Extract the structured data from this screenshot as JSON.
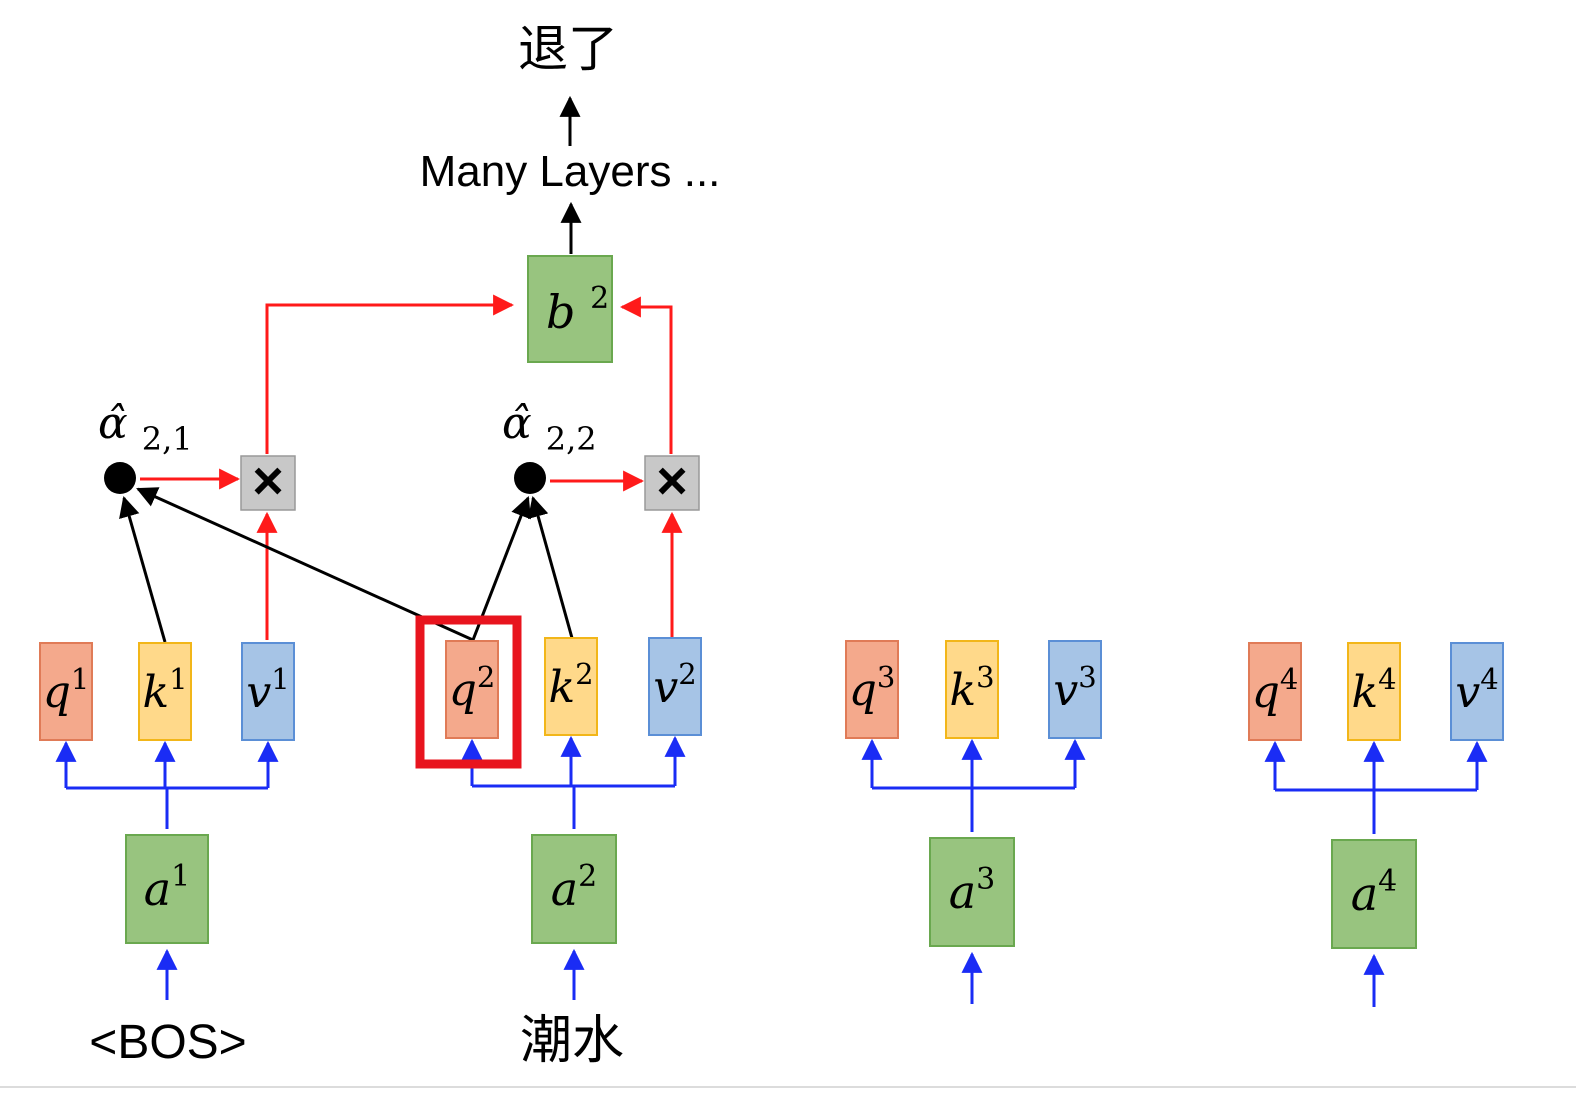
{
  "colors": {
    "query": "#f4a98c",
    "key": "#ffd98a",
    "value": "#a6c4e6",
    "input": "#98c47f",
    "output": "#98c47f",
    "multiply_box": "#c8c8c8",
    "red_arrow": "#ff1a1a",
    "blue_arrow": "#1a2cf5",
    "black_arrow": "#000000",
    "highlight": "#e8141e"
  },
  "output_token": "退了",
  "layers_label": "Many Layers ...",
  "output_vector": {
    "base": "b",
    "sup": "2"
  },
  "attention_weights": [
    {
      "base": "α̂",
      "sub": "2,1"
    },
    {
      "base": "α̂",
      "sub": "2,2"
    }
  ],
  "multiply_symbol": "×",
  "positions": [
    {
      "token": "<BOS>",
      "input": {
        "base": "a",
        "sup": "1"
      },
      "q": {
        "base": "q",
        "sup": "1"
      },
      "k": {
        "base": "k",
        "sup": "1"
      },
      "v": {
        "base": "v",
        "sup": "1"
      }
    },
    {
      "token": "潮水",
      "input": {
        "base": "a",
        "sup": "2"
      },
      "q": {
        "base": "q",
        "sup": "2"
      },
      "k": {
        "base": "k",
        "sup": "2"
      },
      "v": {
        "base": "v",
        "sup": "2"
      }
    },
    {
      "token": "",
      "input": {
        "base": "a",
        "sup": "3"
      },
      "q": {
        "base": "q",
        "sup": "3"
      },
      "k": {
        "base": "k",
        "sup": "3"
      },
      "v": {
        "base": "v",
        "sup": "3"
      }
    },
    {
      "token": "",
      "input": {
        "base": "a",
        "sup": "4"
      },
      "q": {
        "base": "q",
        "sup": "4"
      },
      "k": {
        "base": "k",
        "sup": "4"
      },
      "v": {
        "base": "v",
        "sup": "4"
      }
    }
  ],
  "highlighted_query": "q2"
}
